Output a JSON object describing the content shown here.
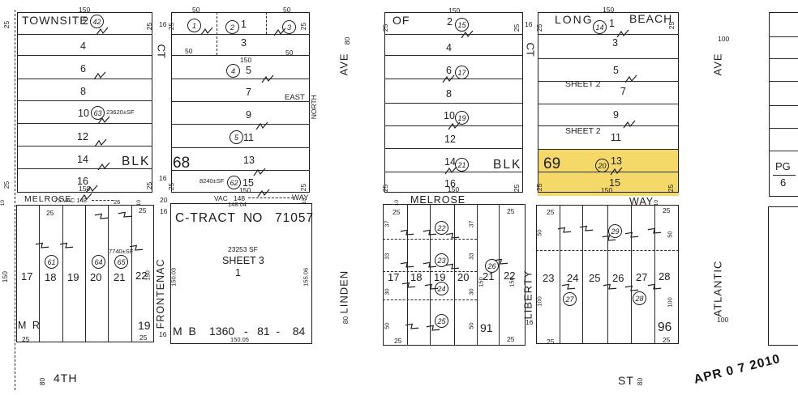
{
  "palette": {
    "paper": "#ffffff",
    "ink": "#1d1d1d",
    "highlight": "#f4d969"
  },
  "dims": {
    "d10": "10",
    "d16": "16",
    "d20": "20",
    "d25": "25",
    "d26": "26",
    "d30": "30",
    "d33": "33",
    "d37": "37",
    "d50": "50",
    "d80": "80",
    "d100": "100",
    "d150": "150"
  },
  "streets": {
    "ct": "CT",
    "ave": "AVE",
    "north": "NORTH",
    "east": "EAST",
    "melrose": "MELROSE",
    "vac_left": "75 VAC 148",
    "vac_mid": "VAC   148",
    "way": "WAY",
    "linden": "LINDEN",
    "liberty": "LIBERTY",
    "frontenac": "FRONTENAC",
    "atlantic": "ATLANTIC",
    "fourth": "4TH",
    "st": "ST"
  },
  "stamp": "APR 0 7 2010",
  "page_ref": {
    "pg": "PG",
    "num": "6"
  },
  "blocks": {
    "a": {
      "header": "TOWNSITE",
      "blk": "BLK",
      "lots": [
        {
          "n": "2",
          "c": "42"
        },
        {
          "n": "4"
        },
        {
          "n": "6"
        },
        {
          "n": "8"
        },
        {
          "n": "10",
          "c": "63",
          "area": "23620±SF"
        },
        {
          "n": "12"
        },
        {
          "n": "14"
        },
        {
          "n": "16"
        }
      ]
    },
    "b": {
      "num": "68",
      "c1": "1",
      "c2": "2",
      "c3": "3",
      "lot1": "1",
      "lot3": "3",
      "lots": [
        {
          "n": "5",
          "c": "4"
        },
        {
          "n": "7"
        },
        {
          "n": "9"
        },
        {
          "n": "11",
          "c": "5"
        },
        {
          "n": "13"
        },
        {
          "n": "15",
          "c": "62",
          "area": "8240±SF"
        }
      ]
    },
    "c": {
      "header": "OF",
      "blk": "BLK",
      "lots": [
        {
          "n": "2",
          "c": "15"
        },
        {
          "n": "4"
        },
        {
          "n": "6",
          "c": "17"
        },
        {
          "n": "8"
        },
        {
          "n": "10",
          "c": "19"
        },
        {
          "n": "12"
        },
        {
          "n": "14",
          "c": "21"
        },
        {
          "n": "16"
        }
      ]
    },
    "d": {
      "header_l": "LONG",
      "header_r": "BEACH",
      "num": "69",
      "sheet": "SHEET 2",
      "lot1": "1",
      "c14": "14",
      "lots": [
        {
          "n": "3"
        },
        {
          "n": "5"
        },
        {
          "n": "7"
        },
        {
          "n": "9"
        },
        {
          "n": "11"
        },
        {
          "n": "13",
          "c": "20"
        },
        {
          "n": "15"
        }
      ]
    },
    "e": {
      "num": "19",
      "mr": "M R",
      "lots": [
        {
          "n": "17"
        },
        {
          "n": "18",
          "c": "61"
        },
        {
          "n": "19"
        },
        {
          "n": "20",
          "c": "64"
        },
        {
          "n": "21",
          "c": "65",
          "area": "7740±SF"
        },
        {
          "n": "22"
        }
      ]
    },
    "f": {
      "title": "C-TRACT",
      "no": "NO",
      "tract": "71057",
      "sf": "23253 SF",
      "sheet": "SHEET 3",
      "one": "1",
      "dim_left": "150.03",
      "dim_right": "155.06",
      "dim_top": "148.04",
      "dim_bottom": "150.05",
      "mb": "M B",
      "book": "1360   -   81  -    84"
    },
    "g": {
      "num": "91",
      "circles": [
        "22",
        "23",
        "24",
        "25"
      ],
      "c26": "26",
      "lots": [
        {
          "n": "17"
        },
        {
          "n": "18"
        },
        {
          "n": "19"
        },
        {
          "n": "20"
        },
        {
          "n": "21"
        },
        {
          "n": "22"
        }
      ]
    },
    "h": {
      "num": "96",
      "c29": "29",
      "c27": "27",
      "c28": "28",
      "lots": [
        {
          "n": "23"
        },
        {
          "n": "24"
        },
        {
          "n": "25"
        },
        {
          "n": "26"
        },
        {
          "n": "27"
        },
        {
          "n": "28"
        }
      ]
    }
  }
}
